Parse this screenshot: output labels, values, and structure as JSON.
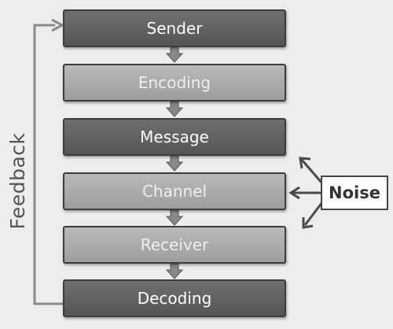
{
  "diagram": {
    "steps": [
      {
        "label": "Sender",
        "tone": "dark"
      },
      {
        "label": "Encoding",
        "tone": "light"
      },
      {
        "label": "Message",
        "tone": "dark"
      },
      {
        "label": "Channel",
        "tone": "light"
      },
      {
        "label": "Receiver",
        "tone": "light"
      },
      {
        "label": "Decoding",
        "tone": "dark"
      }
    ],
    "feedback_label": "Feedback",
    "noise_label": "Noise",
    "colors": {
      "dark_box": "#5f5f5f",
      "light_box": "#a9a9a9",
      "box_border": "#3e3e3e",
      "dark_text": "#ffffff",
      "light_text": "#efefef",
      "connector": "#888888",
      "feedback_line": "#8a8a8a",
      "noise_arrow": "#4a4a4a"
    }
  }
}
